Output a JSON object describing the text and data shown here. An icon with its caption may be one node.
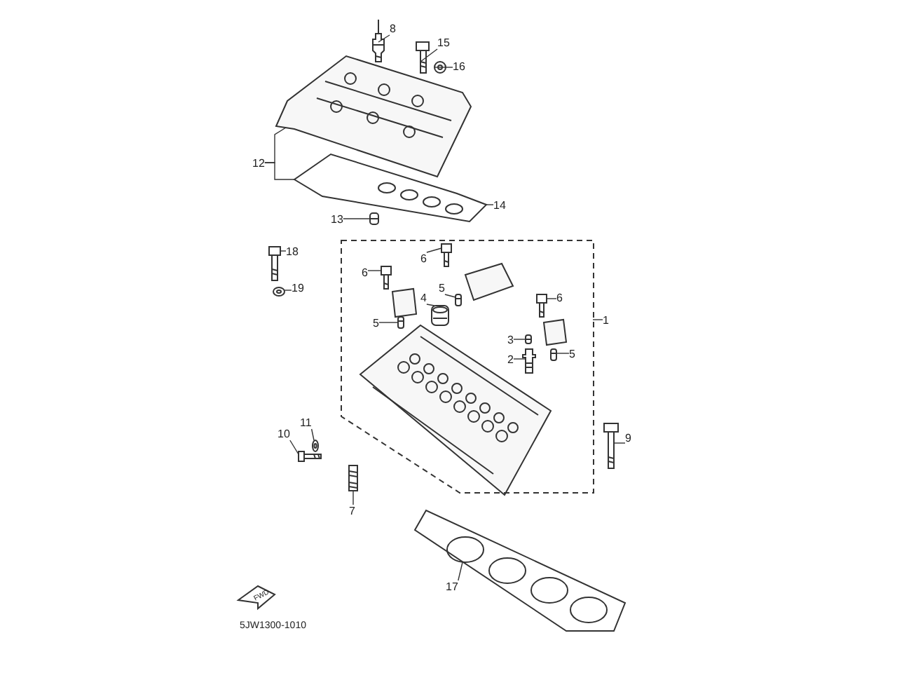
{
  "diagram": {
    "nodes": [
      {
        "text": [
          "8"
        ]
      },
      {
        "text": [
          "15"
        ]
      },
      {
        "text": [
          "16"
        ]
      },
      {
        "text": [
          "12"
        ]
      },
      {
        "text": [
          "13"
        ]
      },
      {
        "text": [
          "14"
        ]
      },
      {
        "text": [
          "18"
        ]
      },
      {
        "text": [
          "6"
        ],
        "in": 31
      },
      {
        "text": [
          "19"
        ]
      },
      {
        "text": [
          "6"
        ],
        "in": 31
      },
      {
        "text": [
          "4"
        ],
        "in": 31
      },
      {
        "text": [
          "5"
        ],
        "in": 31
      },
      {
        "text": [
          "6"
        ],
        "in": 31
      },
      {
        "text": [
          "1"
        ]
      },
      {
        "text": [
          "5"
        ],
        "in": 31
      },
      {
        "text": [
          "3"
        ],
        "in": 31
      },
      {
        "text": [
          "2"
        ],
        "in": 31
      },
      {
        "text": [
          "5"
        ],
        "in": 31
      },
      {
        "text": [
          "9"
        ]
      },
      {
        "text": [
          "11"
        ]
      },
      {
        "text": [
          "10"
        ]
      },
      {
        "text": [
          "7"
        ]
      },
      {
        "text": [
          "17"
        ]
      },
      {
        "text": [],
        "shape": "picture"
      },
      {
        "text": [],
        "shape": "picture"
      },
      {
        "text": [],
        "shape": "picture"
      },
      {
        "text": [],
        "shape": "picture"
      },
      {
        "text": [],
        "shape": "picture"
      },
      {
        "text": [],
        "shape": "picture"
      },
      {
        "text": [],
        "shape": "picture"
      },
      {
        "text": [],
        "shape": "picture"
      },
      {
        "text": [],
        "shape": "box"
      },
      {
        "text": [],
        "shape": "picture",
        "in": 31
      },
      {
        "text": [],
        "shape": "picture",
        "in": 31
      },
      {
        "text": [],
        "shape": "picture",
        "in": 31
      },
      {
        "text": [],
        "shape": "picture",
        "in": 31
      },
      {
        "text": [],
        "shape": "picture",
        "in": 31
      },
      {
        "text": [],
        "shape": "picture",
        "in": 31
      },
      {
        "text": [],
        "shape": "picture",
        "in": 31
      },
      {
        "text": [],
        "shape": "picture",
        "in": 31
      },
      {
        "text": [],
        "shape": "picture",
        "in": 31
      },
      {
        "text": [],
        "shape": "picture"
      },
      {
        "text": [],
        "shape": "picture"
      },
      {
        "text": [],
        "shape": "picture"
      },
      {
        "text": [],
        "shape": "picture"
      },
      {
        "text": [],
        "shape": "picture"
      }
    ],
    "edges": [
      {
        "from": 0,
        "to": 23,
        "arrow": "none"
      },
      {
        "from": 1,
        "to": 24,
        "arrow": "none"
      },
      {
        "from": 2,
        "to": 25,
        "arrow": "none"
      },
      {
        "from": 3,
        "to": 26,
        "arrow": "none"
      },
      {
        "from": 3,
        "to": 27,
        "arrow": "none"
      },
      {
        "from": 4,
        "to": 28,
        "arrow": "none"
      },
      {
        "from": 5,
        "to": 27,
        "arrow": "none"
      },
      {
        "from": 6,
        "to": 29,
        "arrow": "none"
      },
      {
        "from": 7,
        "to": 32,
        "arrow": "none"
      },
      {
        "from": 8,
        "to": 30,
        "arrow": "none"
      },
      {
        "from": 9,
        "to": 33,
        "arrow": "none"
      },
      {
        "from": 10,
        "to": 34,
        "arrow": "none"
      },
      {
        "from": 11,
        "to": 35,
        "arrow": "none"
      },
      {
        "from": 12,
        "to": 36,
        "arrow": "none"
      },
      {
        "from": 13,
        "to": 31,
        "arrow": "none"
      },
      {
        "from": 14,
        "to": 37,
        "arrow": "none"
      },
      {
        "from": 15,
        "to": 38,
        "arrow": "none"
      },
      {
        "from": 16,
        "to": 39,
        "arrow": "none"
      },
      {
        "from": 17,
        "to": 40,
        "arrow": "none"
      },
      {
        "from": 18,
        "to": 41,
        "arrow": "none"
      },
      {
        "from": 19,
        "to": 42,
        "arrow": "none"
      },
      {
        "from": 20,
        "to": 43,
        "arrow": "none"
      },
      {
        "from": 21,
        "to": 44,
        "arrow": "none"
      },
      {
        "from": 22,
        "to": 45,
        "arrow": "none"
      }
    ],
    "labels": [
      "FWD",
      "5JW1300-1010"
    ]
  }
}
